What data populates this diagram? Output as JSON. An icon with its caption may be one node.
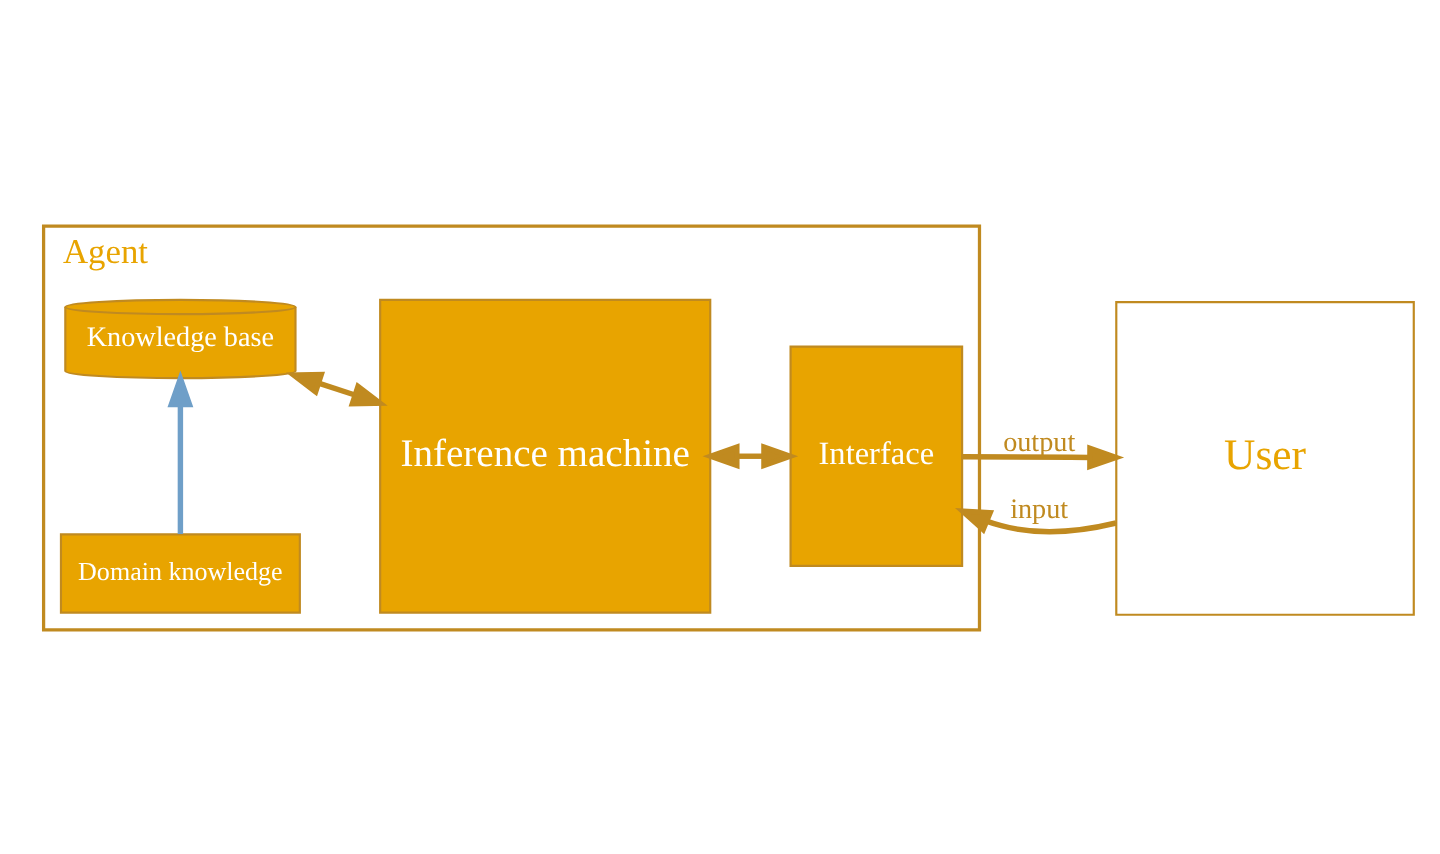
{
  "diagram": {
    "nodes": [
      {
        "text": [
          "Agent"
        ]
      },
      {
        "text": [
          "Domain knowledge"
        ],
        "in": 0
      },
      {
        "text": [
          "Knowledge base"
        ],
        "in": 0
      },
      {
        "text": [
          "Inference machine"
        ],
        "in": 0
      },
      {
        "text": [
          "Interface"
        ],
        "in": 0
      },
      {
        "text": [
          "User"
        ]
      }
    ],
    "edges": [
      {
        "from": 1,
        "to": 2,
        "arrow": "to",
        "color": "#6f9fc8"
      },
      {
        "from": 2,
        "to": 3,
        "arrow": "both"
      },
      {
        "from": 3,
        "to": 4,
        "arrow": "both"
      },
      {
        "from": 5,
        "to": 4,
        "arrow": "to",
        "label": "input"
      },
      {
        "from": 4,
        "to": 5,
        "arrow": "to",
        "label": "output"
      }
    ]
  }
}
